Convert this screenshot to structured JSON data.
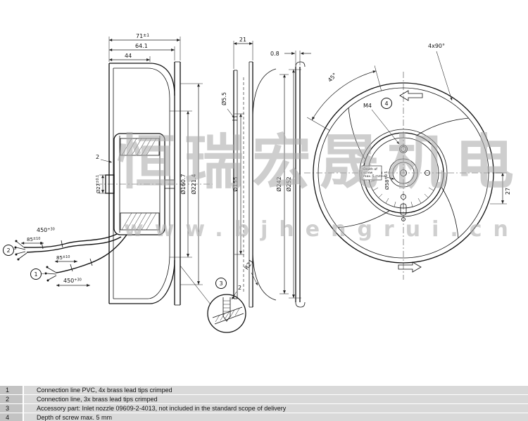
{
  "watermark": {
    "cn": "恒瑞宏晟机电",
    "url": "www.bjhengrui.cn"
  },
  "dims": {
    "top71": {
      "main": "71",
      "tol": "±1"
    },
    "top641": "64.1",
    "top44": "44",
    "shaft27": {
      "main": "Ø27",
      "tol": "±0.1"
    },
    "dia1607": "Ø160.7",
    "dia2214": "Ø221.4",
    "gap2": "2",
    "cable_top_len": {
      "main": "450",
      "tol": "+30"
    },
    "cable_top_strip": {
      "main": "85",
      "tol": "±10"
    },
    "cable_bot_strip": {
      "main": "85",
      "tol": "±10"
    },
    "cable_bot_len": {
      "main": "450",
      "tol": "+30"
    },
    "mid21": "21",
    "mid08": "0.8",
    "mid55": "Ø5.5",
    "dia155": "Ø155",
    "dia242": "Ø242",
    "dia252": "Ø252",
    "r21": "R21",
    "detail2": "2",
    "pat4x90": "4x90°",
    "ang45": "45°",
    "m4": "M4",
    "hub58": {
      "main": "Ø58",
      "tol": "±0.1"
    },
    "off27": "27"
  },
  "note_box": {
    "l1": "Depth of",
    "l2": "screw",
    "l3": "max. 5 mm"
  },
  "callouts": {
    "n1": "1",
    "n2": "2",
    "n3": "3",
    "n4": "4"
  },
  "table": {
    "rows": [
      {
        "num": "1",
        "text": "Connection line PVC, 4x brass lead tips crimped"
      },
      {
        "num": "2",
        "text": "Connection line, 3x brass lead tips crimped"
      },
      {
        "num": "3",
        "text": "Accessory part: Inlet nozzle 09609-2-4013, not included in the standard scope of delivery"
      },
      {
        "num": "4",
        "text": "Depth of screw max. 5 mm"
      }
    ]
  }
}
